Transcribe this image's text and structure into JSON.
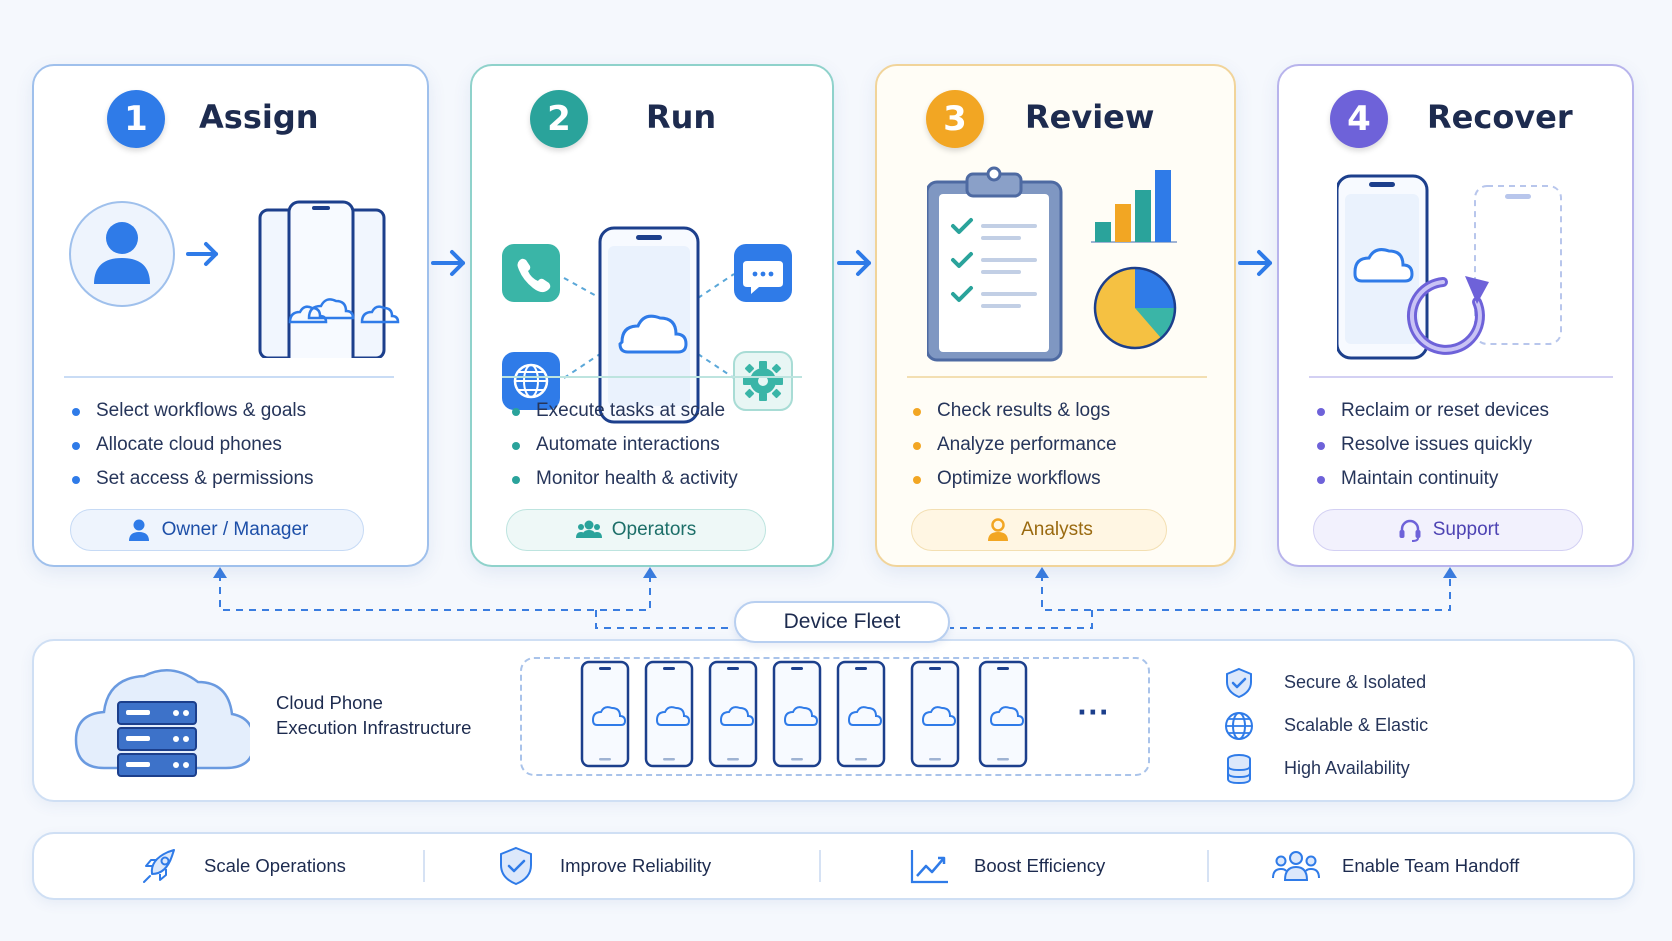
{
  "steps": [
    {
      "number": "1",
      "title": "Assign",
      "bullets": [
        "Select workflows & goals",
        "Allocate cloud phones",
        "Set access & permissions"
      ],
      "role": "Owner / Manager",
      "color": "#2f7be8"
    },
    {
      "number": "2",
      "title": "Run",
      "bullets": [
        "Execute tasks at scale",
        "Automate interactions",
        "Monitor health & activity"
      ],
      "role": "Operators",
      "color": "#2aa39b"
    },
    {
      "number": "3",
      "title": "Review",
      "bullets": [
        "Check results & logs",
        "Analyze performance",
        "Optimize workflows"
      ],
      "role": "Analysts",
      "color": "#f2a623"
    },
    {
      "number": "4",
      "title": "Recover",
      "bullets": [
        "Reclaim or reset devices",
        "Resolve issues quickly",
        "Maintain continuity"
      ],
      "role": "Support",
      "color": "#6e62d9"
    }
  ],
  "fleet": {
    "label": "Device Fleet",
    "infra_line1": "Cloud Phone",
    "infra_line2": "Execution Infrastructure",
    "more": "···",
    "features": [
      "Secure & Isolated",
      "Scalable & Elastic",
      "High Availability"
    ]
  },
  "benefits": [
    "Scale Operations",
    "Improve Reliability",
    "Boost Efficiency",
    "Enable Team Handoff"
  ],
  "icons": {
    "step1": [
      "user-icon",
      "cloud-phones-icon"
    ],
    "step2": [
      "phone-call-icon",
      "chat-icon",
      "globe-icon",
      "gear-icon",
      "cloud-phone-icon"
    ],
    "step3": [
      "clipboard-checklist-icon",
      "bar-chart-icon",
      "pie-chart-icon"
    ],
    "step4": [
      "cloud-phone-icon",
      "refresh-icon"
    ],
    "roles": [
      "user-icon",
      "team-icon",
      "analyst-icon",
      "headset-icon"
    ],
    "features": [
      "shield-check-icon",
      "globe-icon",
      "database-icon"
    ],
    "benefits": [
      "rocket-icon",
      "shield-check-icon",
      "trend-up-icon",
      "team-icon"
    ]
  }
}
